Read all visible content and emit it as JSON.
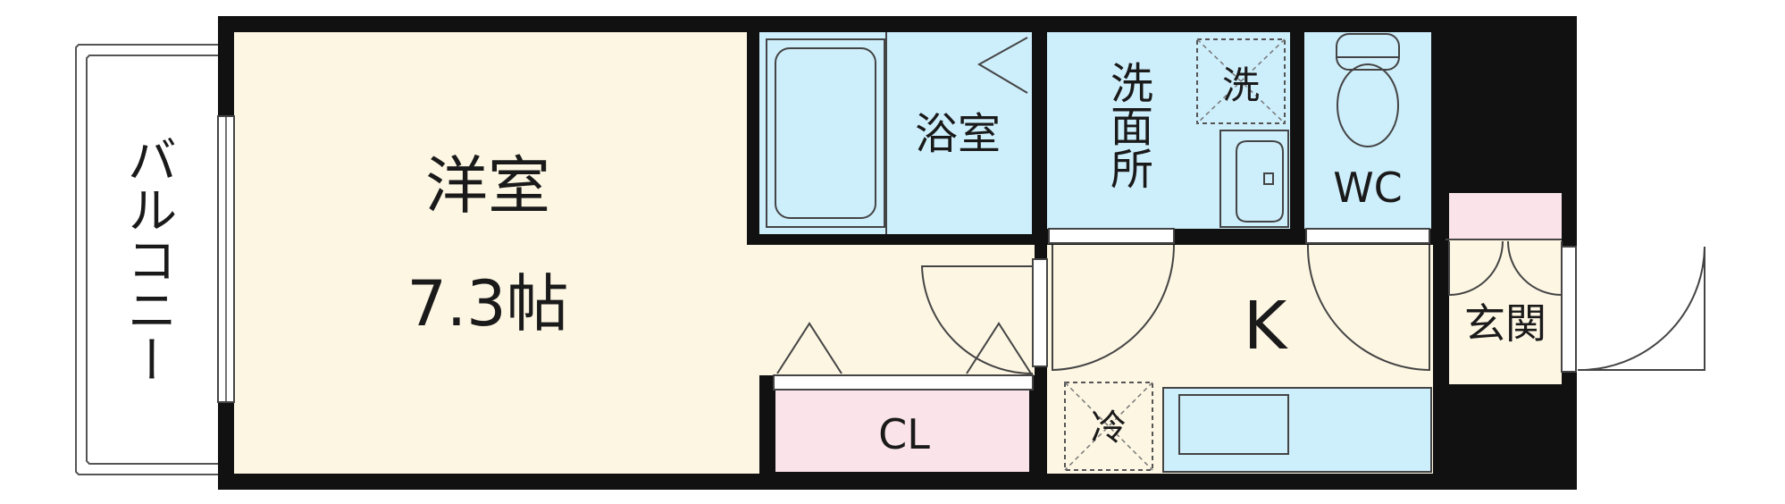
{
  "rooms": {
    "western_room": {
      "name": "洋室",
      "size": "7.3帖"
    },
    "balcony": "バルコニー",
    "bathroom": "浴室",
    "washroom": "洗面所",
    "washer_mark": "洗",
    "toilet": "WC",
    "kitchen": "K",
    "closet": "CL",
    "fridge_mark": "冷",
    "entrance": "玄関"
  },
  "colors": {
    "wall": "#111111",
    "room_floor": "#fdf6e3",
    "wet_area": "#cdeefb",
    "closet": "#fbe3ea",
    "entrance_floor": "#fbe3ea",
    "outline": "#555555"
  }
}
